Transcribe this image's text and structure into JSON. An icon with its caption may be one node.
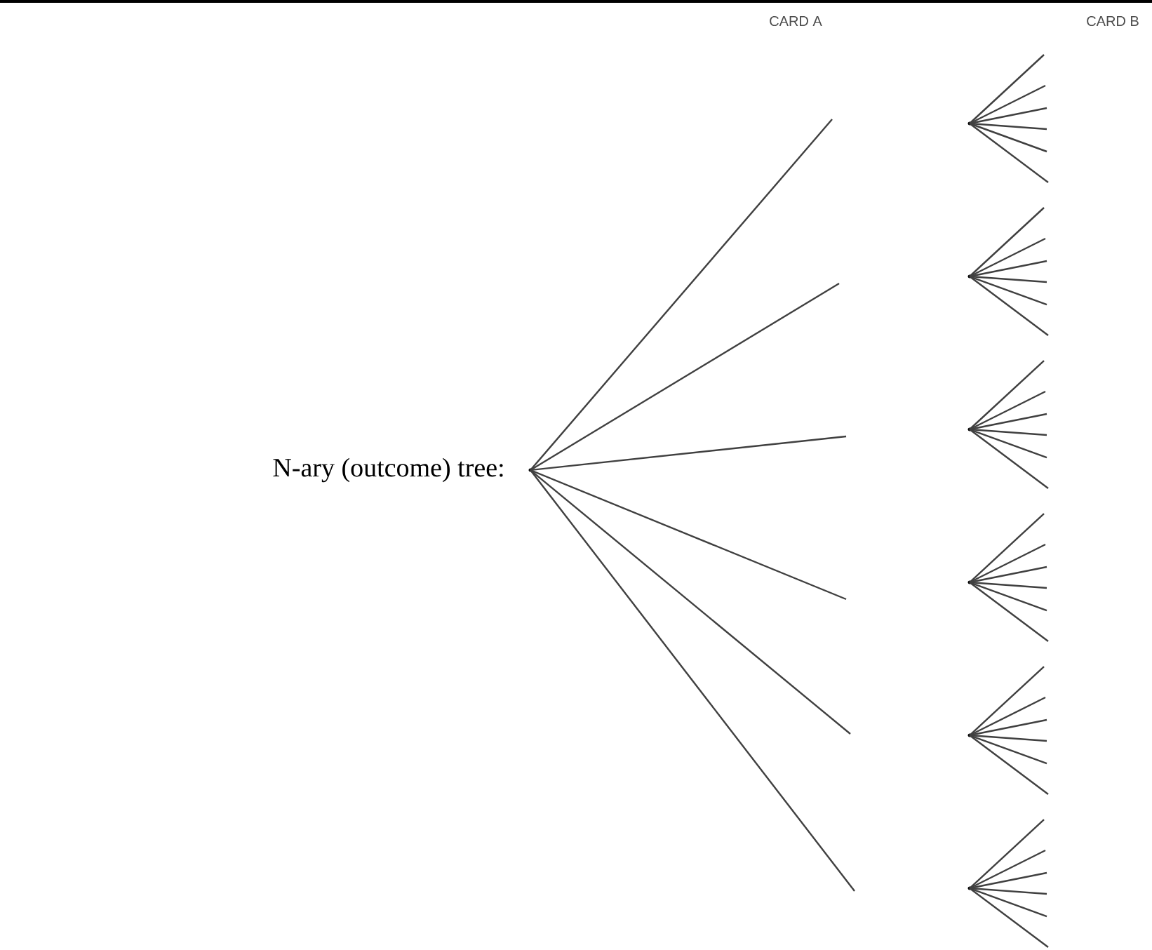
{
  "diagram": {
    "nodes": [
      {
        "text": [],
        "shape": "dot"
      },
      {
        "text": [],
        "shape": "dot"
      },
      {
        "text": [],
        "shape": "dot"
      },
      {
        "text": [],
        "shape": "dot"
      },
      {
        "text": [],
        "shape": "dot"
      },
      {
        "text": [],
        "shape": "dot"
      },
      {
        "text": [],
        "shape": "dot"
      }
    ],
    "edges": [
      {
        "from": 0,
        "to": null,
        "arrow": "none"
      },
      {
        "from": 0,
        "to": null,
        "arrow": "none"
      },
      {
        "from": 0,
        "to": null,
        "arrow": "none"
      },
      {
        "from": 0,
        "to": null,
        "arrow": "none"
      },
      {
        "from": 0,
        "to": null,
        "arrow": "none"
      },
      {
        "from": 0,
        "to": null,
        "arrow": "none"
      },
      {
        "from": 1,
        "to": null,
        "arrow": "none"
      },
      {
        "from": 1,
        "to": null,
        "arrow": "none"
      },
      {
        "from": 1,
        "to": null,
        "arrow": "none"
      },
      {
        "from": 1,
        "to": null,
        "arrow": "none"
      },
      {
        "from": 1,
        "to": null,
        "arrow": "none"
      },
      {
        "from": 1,
        "to": null,
        "arrow": "none"
      },
      {
        "from": 2,
        "to": null,
        "arrow": "none"
      },
      {
        "from": 2,
        "to": null,
        "arrow": "none"
      },
      {
        "from": 2,
        "to": null,
        "arrow": "none"
      },
      {
        "from": 2,
        "to": null,
        "arrow": "none"
      },
      {
        "from": 2,
        "to": null,
        "arrow": "none"
      },
      {
        "from": 2,
        "to": null,
        "arrow": "none"
      },
      {
        "from": 3,
        "to": null,
        "arrow": "none"
      },
      {
        "from": 3,
        "to": null,
        "arrow": "none"
      },
      {
        "from": 3,
        "to": null,
        "arrow": "none"
      },
      {
        "from": 3,
        "to": null,
        "arrow": "none"
      },
      {
        "from": 3,
        "to": null,
        "arrow": "none"
      },
      {
        "from": 3,
        "to": null,
        "arrow": "none"
      },
      {
        "from": 4,
        "to": null,
        "arrow": "none"
      },
      {
        "from": 4,
        "to": null,
        "arrow": "none"
      },
      {
        "from": 4,
        "to": null,
        "arrow": "none"
      },
      {
        "from": 4,
        "to": null,
        "arrow": "none"
      },
      {
        "from": 4,
        "to": null,
        "arrow": "none"
      },
      {
        "from": 4,
        "to": null,
        "arrow": "none"
      },
      {
        "from": 5,
        "to": null,
        "arrow": "none"
      },
      {
        "from": 5,
        "to": null,
        "arrow": "none"
      },
      {
        "from": 5,
        "to": null,
        "arrow": "none"
      },
      {
        "from": 5,
        "to": null,
        "arrow": "none"
      },
      {
        "from": 5,
        "to": null,
        "arrow": "none"
      },
      {
        "from": 5,
        "to": null,
        "arrow": "none"
      },
      {
        "from": 6,
        "to": null,
        "arrow": "none"
      },
      {
        "from": 6,
        "to": null,
        "arrow": "none"
      },
      {
        "from": 6,
        "to": null,
        "arrow": "none"
      },
      {
        "from": 6,
        "to": null,
        "arrow": "none"
      },
      {
        "from": 6,
        "to": null,
        "arrow": "none"
      },
      {
        "from": 6,
        "to": null,
        "arrow": "none"
      }
    ],
    "labels": [
      "CARD A",
      "CARD B",
      "N-ary (outcome) tree:"
    ]
  }
}
